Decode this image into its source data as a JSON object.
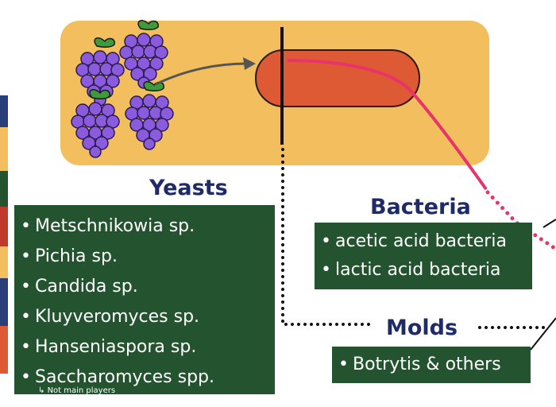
{
  "colors": {
    "panel": "#f3bf5e",
    "box": "#23532f",
    "heading": "#1e2b66",
    "bacterium": "#dd5a34",
    "pink_line": "#e8346b",
    "grape": "#8a5bdc",
    "leaf": "#3f9a3c"
  },
  "icons": [
    "grape-cluster-icon",
    "bacterium-icon",
    "arrow-icon"
  ],
  "yeasts": {
    "heading": "Yeasts",
    "items": [
      "Metschnikowia sp.",
      "Pichia sp.",
      "Candida sp.",
      "Kluyveromyces sp.",
      "Hanseniaspora sp.",
      "Saccharomyces spp."
    ],
    "note": "Not main players"
  },
  "bacteria": {
    "heading": "Bacteria",
    "items": [
      "acetic acid bacteria",
      "lactic acid bacteria"
    ]
  },
  "molds": {
    "heading": "Molds",
    "items": [
      "Botrytis & others"
    ]
  },
  "bullet": "•"
}
